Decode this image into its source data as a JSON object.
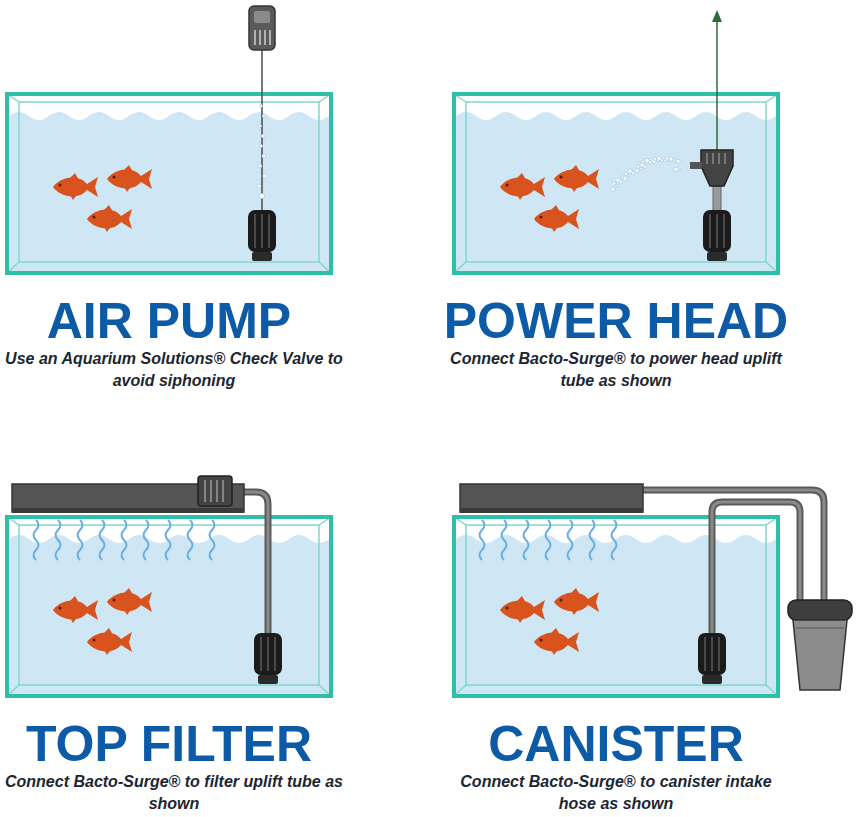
{
  "diagram": {
    "labels": [
      "AIR PUMP",
      "Use an Aquarium Solutions® Check Valve to avoid siphoning",
      "POWER HEAD",
      "Connect Bacto-Surge® to power head uplift tube as shown",
      "TOP FILTER",
      "Connect Bacto-Surge® to filter uplift tube as shown",
      "CANISTER",
      "Connect Bacto-Surge® to canister intake hose as shown"
    ]
  }
}
